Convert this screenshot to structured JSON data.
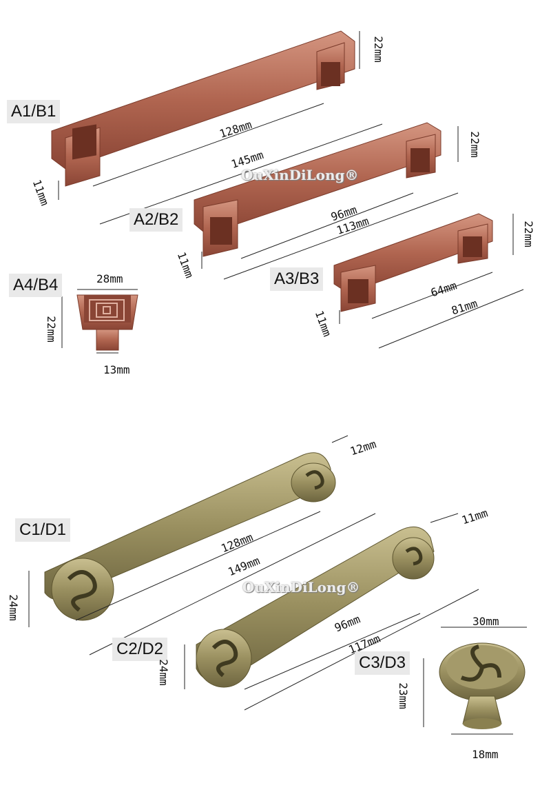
{
  "watermark": "OuXinDiLong®",
  "copper": {
    "labels": {
      "a1": "A1/B1",
      "a2": "A2/B2",
      "a3": "A3/B3",
      "a4": "A4/B4"
    },
    "dims": {
      "a1_height": "22mm",
      "a1_hole": "128mm",
      "a1_length": "145mm",
      "a1_width": "11mm",
      "a2_height": "22mm",
      "a2_hole": "96mm",
      "a2_length": "113mm",
      "a2_width": "11mm",
      "a3_height": "22mm",
      "a3_hole": "64mm",
      "a3_length": "81mm",
      "a3_width": "11mm",
      "a4_top": "28mm",
      "a4_height": "22mm",
      "a4_base": "13mm"
    }
  },
  "bronze": {
    "labels": {
      "c1": "C1/D1",
      "c2": "C2/D2",
      "c3": "C3/D3"
    },
    "dims": {
      "c1_width": "12mm",
      "c1_hole": "128mm",
      "c1_length": "149mm",
      "c1_height": "24mm",
      "c2_width": "11mm",
      "c2_hole": "96mm",
      "c2_length": "117mm",
      "c2_height": "24mm",
      "c3_top": "30mm",
      "c3_height": "23mm",
      "c3_base": "18mm"
    }
  },
  "colors": {
    "copper": "#b86a52",
    "copper_dark": "#7a3a2a",
    "bronze": "#9a9060",
    "bronze_dark": "#5e5630"
  }
}
